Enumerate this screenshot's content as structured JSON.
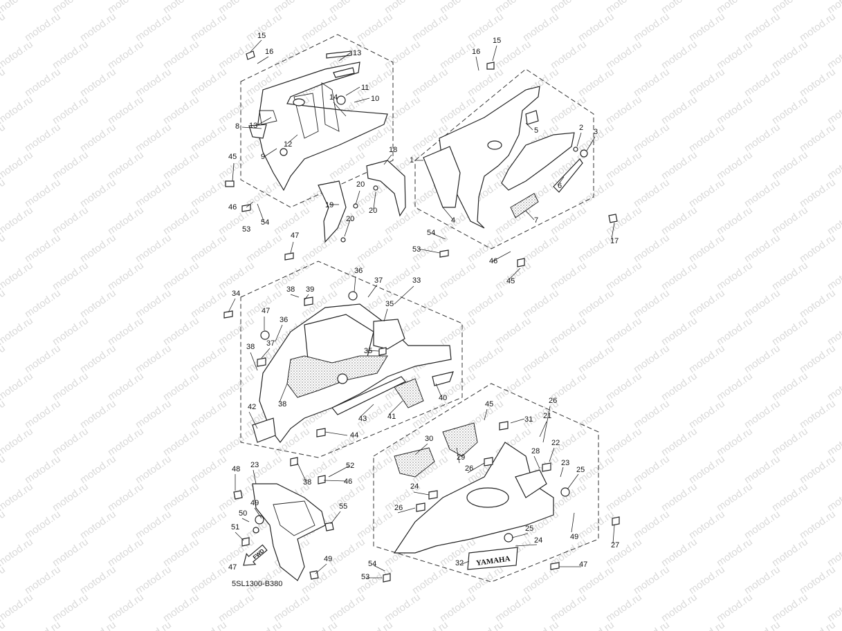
{
  "watermark": "motod.ru",
  "reference_code": "5SL1300-B380",
  "fwd_label": "FWD",
  "decal_text": "YAMAHA",
  "callouts": [
    "15",
    "16",
    "13",
    "14",
    "11",
    "10",
    "13",
    "8",
    "9",
    "12",
    "45",
    "46",
    "53",
    "54",
    "18",
    "19",
    "20",
    "20",
    "20",
    "16",
    "15",
    "5",
    "2",
    "3",
    "1",
    "6",
    "4",
    "7",
    "17",
    "54",
    "53",
    "46",
    "45",
    "47",
    "36",
    "37",
    "33",
    "39",
    "38",
    "35",
    "34",
    "47",
    "36",
    "37",
    "38",
    "35",
    "38",
    "41",
    "40",
    "43",
    "42",
    "44",
    "38",
    "52",
    "46",
    "45",
    "31",
    "26",
    "21",
    "30",
    "29",
    "28",
    "22",
    "26",
    "23",
    "25",
    "24",
    "26",
    "23",
    "48",
    "49",
    "50",
    "51",
    "55",
    "49",
    "49",
    "27",
    "47",
    "25",
    "24",
    "32",
    "54",
    "53",
    "47"
  ]
}
